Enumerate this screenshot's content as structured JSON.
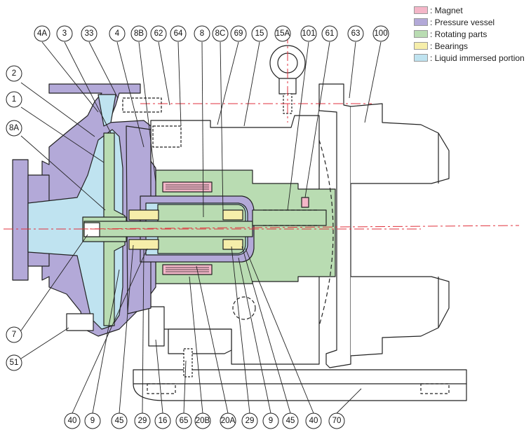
{
  "legend": [
    {
      "label": ": Magnet",
      "color": "#f4b6c8"
    },
    {
      "label": ": Pressure vessel",
      "color": "#b3a9d8"
    },
    {
      "label": ": Rotating parts",
      "color": "#b9dcb2"
    },
    {
      "label": ": Bearings",
      "color": "#f6eeaa"
    },
    {
      "label": ": Liquid immersed portion",
      "color": "#bfe3f0"
    }
  ],
  "part_labels": {
    "top": [
      "4A",
      "3",
      "33",
      "4",
      "8B",
      "62",
      "64",
      "8",
      "8C",
      "69",
      "15",
      "15A",
      "101",
      "61",
      "63",
      "100"
    ],
    "left": [
      "2",
      "1",
      "8A",
      "7",
      "51"
    ],
    "bottom": [
      "40",
      "9",
      "45",
      "29",
      "16",
      "65",
      "20B",
      "20A",
      "29",
      "9",
      "45",
      "40",
      "70"
    ]
  },
  "colors": {
    "magnet": "#f4b6c8",
    "pressure_vessel": "#b3a9d8",
    "rotating_parts": "#b9dcb2",
    "bearings": "#f6eeaa",
    "liquid_immersed": "#bfe3f0",
    "line": "#222222",
    "centerline": "#e0323c"
  }
}
